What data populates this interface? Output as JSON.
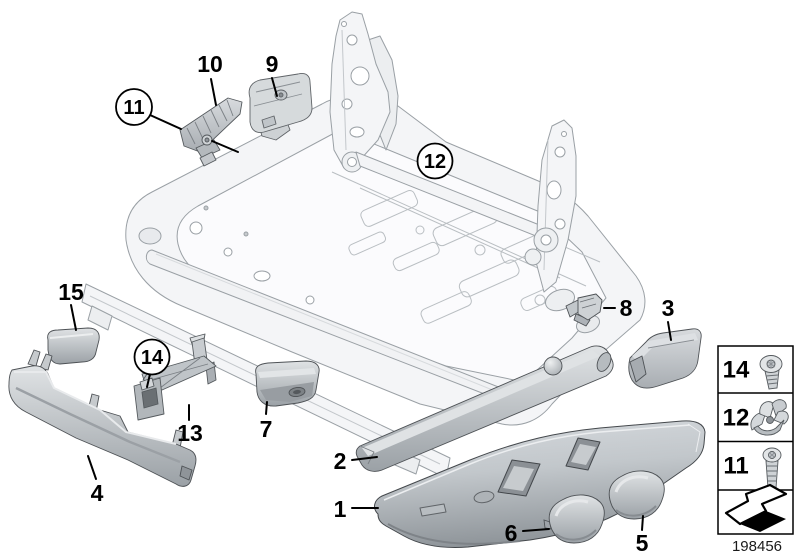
{
  "figure": {
    "type": "parts-diagram",
    "subject": "seat underframe trim covers",
    "drawing_number": "198456",
    "background_color": "#ffffff",
    "line_color": "#000000",
    "frame_fill": "#f4f5f7",
    "frame_stroke": "#9aa0a5",
    "part_fill": "#b8bdc1"
  },
  "callouts": {
    "c1": {
      "label": "1",
      "circled": false
    },
    "c2": {
      "label": "2",
      "circled": false
    },
    "c3": {
      "label": "3",
      "circled": false
    },
    "c4": {
      "label": "4",
      "circled": false
    },
    "c5": {
      "label": "5",
      "circled": false
    },
    "c6": {
      "label": "6",
      "circled": false
    },
    "c7": {
      "label": "7",
      "circled": false
    },
    "c8": {
      "label": "8",
      "circled": false
    },
    "c9": {
      "label": "9",
      "circled": false
    },
    "c10": {
      "label": "10",
      "circled": false
    },
    "c11": {
      "label": "11",
      "circled": true
    },
    "c12": {
      "label": "12",
      "circled": true
    },
    "c13": {
      "label": "13",
      "circled": false
    },
    "c14": {
      "label": "14",
      "circled": true
    },
    "c15": {
      "label": "15",
      "circled": false
    }
  },
  "legend": {
    "items": [
      {
        "label": "14",
        "icon": "torx-screw-icon"
      },
      {
        "label": "12",
        "icon": "spring-nut-clip-icon"
      },
      {
        "label": "11",
        "icon": "torx-bolt-icon"
      }
    ],
    "arrow_icon": "front-direction-arrow-icon"
  }
}
